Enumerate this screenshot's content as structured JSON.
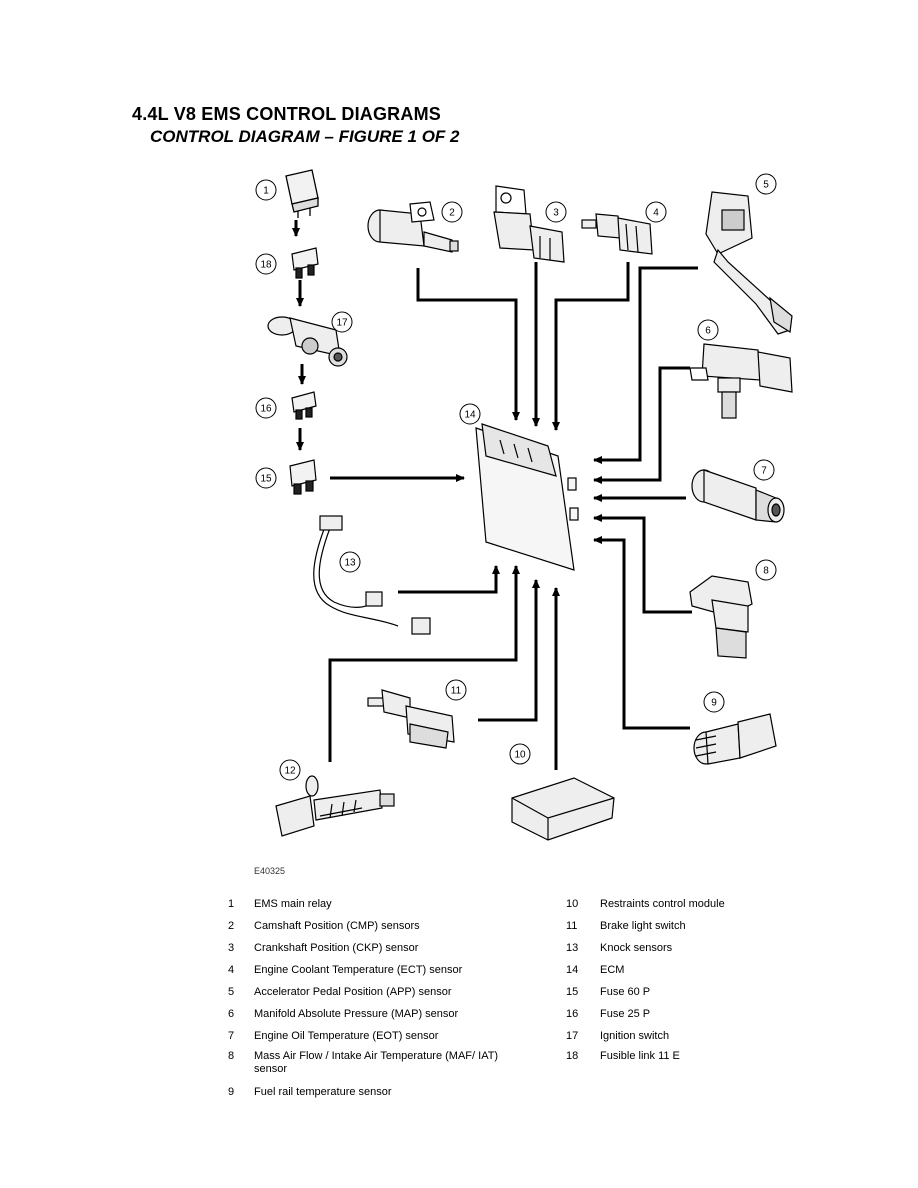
{
  "title": "4.4L V8 EMS CONTROL DIAGRAMS",
  "subtitle": "CONTROL DIAGRAM – FIGURE 1 OF 2",
  "figure_code": "E40325",
  "callouts": [
    "1",
    "2",
    "3",
    "4",
    "5",
    "6",
    "7",
    "8",
    "9",
    "10",
    "11",
    "12",
    "13",
    "14",
    "15",
    "16",
    "17",
    "18"
  ],
  "legend_left": [
    {
      "num": "1",
      "text": "EMS main relay"
    },
    {
      "num": "2",
      "text": "Camshaft Position (CMP) sensors"
    },
    {
      "num": "3",
      "text": "Crankshaft Position (CKP) sensor"
    },
    {
      "num": "4",
      "text": "Engine Coolant Temperature (ECT) sensor"
    },
    {
      "num": "5",
      "text": "Accelerator Pedal Position (APP) sensor"
    },
    {
      "num": "6",
      "text": "Manifold Absolute Pressure (MAP) sensor"
    },
    {
      "num": "7",
      "text": "Engine Oil Temperature (EOT) sensor"
    },
    {
      "num": "8",
      "text": "Mass Air Flow / Intake Air Temperature (MAF/ IAT) sensor"
    },
    {
      "num": "9",
      "text": "Fuel rail temperature sensor"
    }
  ],
  "legend_right": [
    {
      "num": "10",
      "text": "Restraints control module"
    },
    {
      "num": "11",
      "text": "Brake light switch"
    },
    {
      "num": "13",
      "text": "Knock sensors"
    },
    {
      "num": "14",
      "text": "ECM"
    },
    {
      "num": "15",
      "text": "Fuse 60 P"
    },
    {
      "num": "16",
      "text": "Fuse 25 P"
    },
    {
      "num": "17",
      "text": "Ignition switch"
    },
    {
      "num": "18",
      "text": "Fusible link 11 E"
    }
  ]
}
